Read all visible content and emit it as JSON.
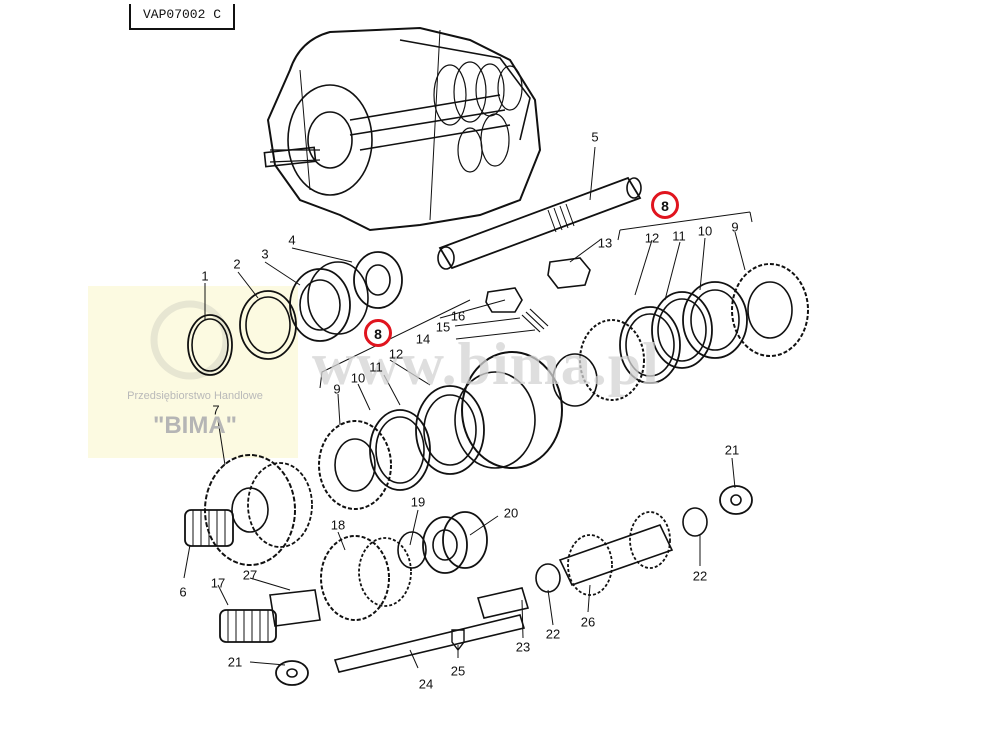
{
  "reference_code": "VAP07002 C",
  "watermark": {
    "company": "Przedsiębiorstwo Handlowe",
    "name": "\"BIMA\"",
    "url": "www.bima.pl"
  },
  "highlight_color": "#e0141e",
  "callouts": [
    {
      "id": "1",
      "label": "1"
    },
    {
      "id": "2",
      "label": "2"
    },
    {
      "id": "3",
      "label": "3"
    },
    {
      "id": "4",
      "label": "4"
    },
    {
      "id": "5",
      "label": "5"
    },
    {
      "id": "6",
      "label": "6"
    },
    {
      "id": "7",
      "label": "7"
    },
    {
      "id": "8a",
      "label": "8",
      "highlighted": true
    },
    {
      "id": "8b",
      "label": "8",
      "highlighted": true
    },
    {
      "id": "9a",
      "label": "9"
    },
    {
      "id": "9b",
      "label": "9"
    },
    {
      "id": "10a",
      "label": "10"
    },
    {
      "id": "10b",
      "label": "10"
    },
    {
      "id": "11a",
      "label": "11"
    },
    {
      "id": "11b",
      "label": "11"
    },
    {
      "id": "12a",
      "label": "12"
    },
    {
      "id": "12b",
      "label": "12"
    },
    {
      "id": "13",
      "label": "13"
    },
    {
      "id": "14",
      "label": "14"
    },
    {
      "id": "15",
      "label": "15"
    },
    {
      "id": "16",
      "label": "16"
    },
    {
      "id": "17",
      "label": "17"
    },
    {
      "id": "18",
      "label": "18"
    },
    {
      "id": "19",
      "label": "19"
    },
    {
      "id": "20",
      "label": "20"
    },
    {
      "id": "21a",
      "label": "21"
    },
    {
      "id": "21b",
      "label": "21"
    },
    {
      "id": "22a",
      "label": "22"
    },
    {
      "id": "22b",
      "label": "22"
    },
    {
      "id": "23",
      "label": "23"
    },
    {
      "id": "24",
      "label": "24"
    },
    {
      "id": "25",
      "label": "25"
    },
    {
      "id": "26",
      "label": "26"
    },
    {
      "id": "27",
      "label": "27"
    }
  ]
}
